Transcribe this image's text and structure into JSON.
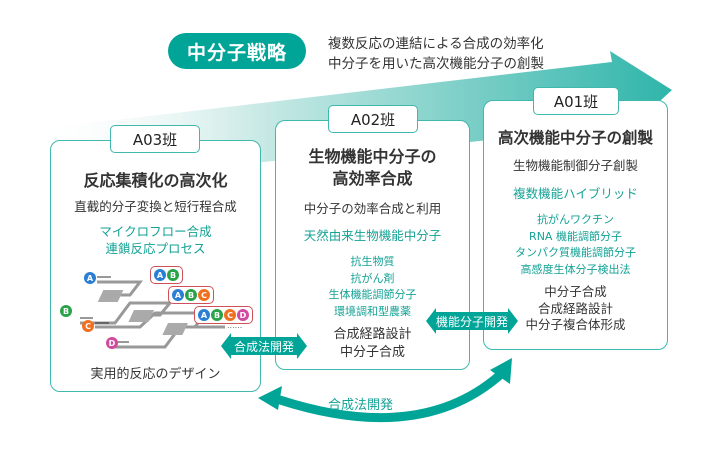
{
  "header": {
    "badge": "中分子戦略",
    "subtitle_lines": [
      "複数反応の連結による合成の効率化",
      "中分子を用いた高次機能分子の創製"
    ]
  },
  "colors": {
    "teal": "#00a598",
    "teal_text": "#14a295",
    "border": "#40b8ae",
    "reactant_A": "#2a7fd4",
    "reactant_B": "#2aa24a",
    "reactant_C": "#f07020",
    "reactant_D": "#d04aa0",
    "bubble_border": "#d0505a"
  },
  "groups": {
    "a03": {
      "tag": "A03班",
      "title": "反応集積化の高次化",
      "subtitle": "直截的分子変換と短行程合成",
      "highlights": [
        "マイクロフロー合成",
        "連鎖反応プロセス"
      ],
      "illustration": {
        "reactants": [
          "A",
          "B",
          "C",
          "D"
        ],
        "products": [
          [
            "A",
            "B"
          ],
          [
            "A",
            "B",
            "C"
          ],
          [
            "A",
            "B",
            "C",
            "D"
          ]
        ]
      },
      "footer": "実用的反応のデザイン"
    },
    "a02": {
      "tag": "A02班",
      "title_lines": [
        "生物機能中分子の",
        "高効率合成"
      ],
      "subtitle": "中分子の効率合成と利用",
      "highlight": "天然由来生物機能中分子",
      "items": [
        "抗生物質",
        "抗がん剤",
        "生体機能調節分子",
        "環境調和型農薬"
      ],
      "footer_lines": [
        "合成経路設計",
        "中分子合成"
      ]
    },
    "a01": {
      "tag": "A01班",
      "title": "高次機能中分子の創製",
      "subtitle": "生物機能制御分子創製",
      "highlight": "複数機能ハイブリッド",
      "items": [
        "抗がんワクチン",
        "RNA 機能調節分子",
        "タンパク質機能調節分子",
        "高感度生体分子検出法"
      ],
      "footer_lines": [
        "中分子合成",
        "合成経路設計",
        "中分子複合体形成"
      ]
    }
  },
  "connectors": {
    "a03_a02": "合成法開発",
    "a02_a01": "機能分子開発",
    "a01_a03": "合成法開発"
  }
}
